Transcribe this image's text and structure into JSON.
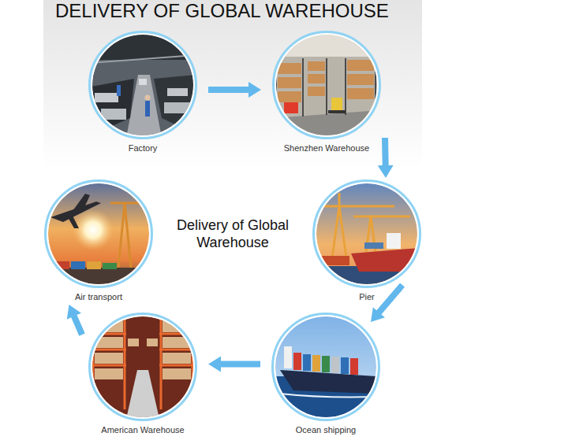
{
  "diagram": {
    "title": "DELIVERY OF GLOBAL WAREHOUSE",
    "nodes": [
      {
        "text": [
          "Factory"
        ]
      },
      {
        "text": [
          "Shenzhen Warehouse"
        ]
      },
      {
        "text": [
          "Pier"
        ]
      },
      {
        "text": [
          "Ocean shipping"
        ]
      },
      {
        "text": [
          "American Warehouse"
        ]
      },
      {
        "text": [
          "Air transport"
        ]
      }
    ],
    "edges": [
      {
        "from": 0,
        "to": 1,
        "arrow": "to"
      },
      {
        "from": 1,
        "to": 2,
        "arrow": "to"
      },
      {
        "from": 2,
        "to": 3,
        "arrow": "to"
      },
      {
        "from": 3,
        "to": 4,
        "arrow": "to"
      },
      {
        "from": 4,
        "to": 5,
        "arrow": "to"
      }
    ],
    "labels": [
      "Delivery of Global Warehouse"
    ]
  }
}
